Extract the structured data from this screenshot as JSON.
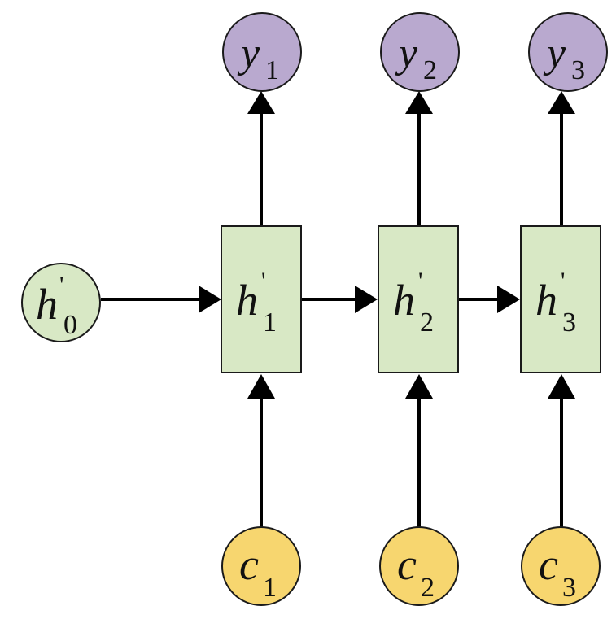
{
  "colors": {
    "output_fill": "#b9a9cf",
    "hidden_fill": "#d8e8c5",
    "input_fill": "#f7d66f",
    "stroke": "#1a1a1a",
    "arrow": "#000000"
  },
  "initial_state": {
    "symbol": "h",
    "prime": "'",
    "subscript": "0"
  },
  "hidden_states": [
    {
      "symbol": "h",
      "prime": "'",
      "subscript": "1"
    },
    {
      "symbol": "h",
      "prime": "'",
      "subscript": "2"
    },
    {
      "symbol": "h",
      "prime": "'",
      "subscript": "3"
    }
  ],
  "outputs": [
    {
      "symbol": "y",
      "subscript": "1"
    },
    {
      "symbol": "y",
      "subscript": "2"
    },
    {
      "symbol": "y",
      "subscript": "3"
    }
  ],
  "inputs": [
    {
      "symbol": "c",
      "subscript": "1"
    },
    {
      "symbol": "c",
      "subscript": "2"
    },
    {
      "symbol": "c",
      "subscript": "3"
    }
  ]
}
